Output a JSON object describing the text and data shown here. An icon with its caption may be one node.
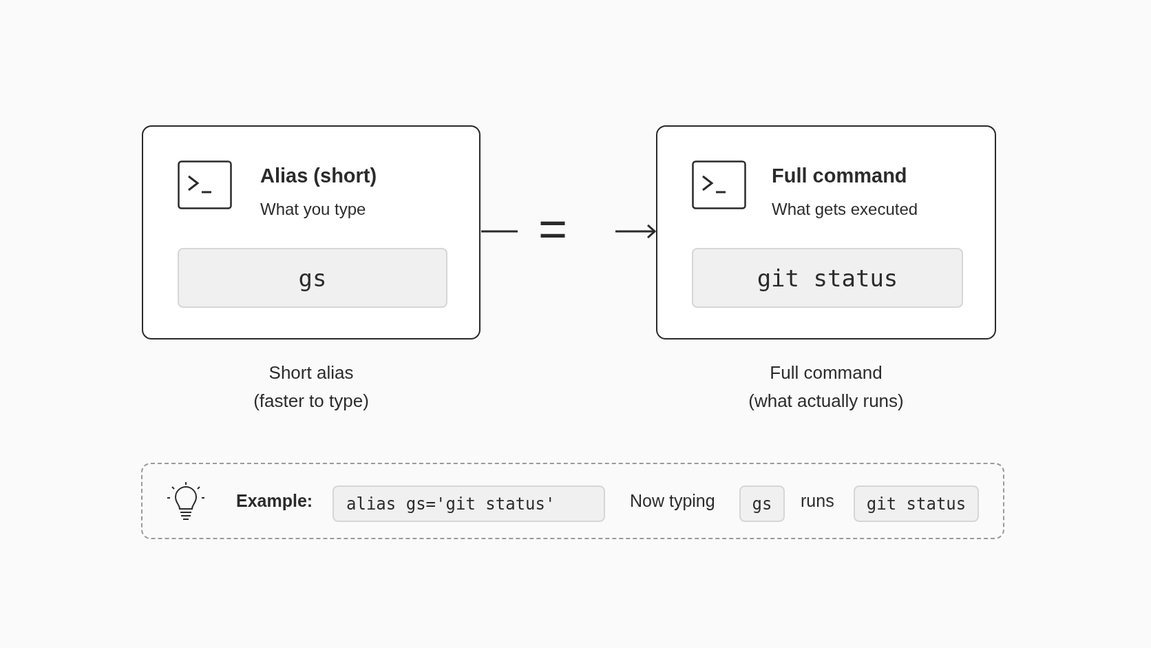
{
  "diagram": {
    "nodes": [
      {
        "text": [
          "Alias (short)",
          "What you type"
        ],
        "beside": [
          "Short alias (faster to type)"
        ]
      },
      {
        "text": [
          "gs"
        ],
        "in": 0
      },
      {
        "text": [
          "Full command",
          "What gets executed"
        ],
        "beside": [
          "Full command (what actually runs)"
        ]
      },
      {
        "text": [
          "git status"
        ],
        "in": 2
      },
      {
        "text": [
          "Example:",
          "Now typing",
          "runs"
        ]
      },
      {
        "text": [
          "alias gs='git status'"
        ],
        "in": 4
      },
      {
        "text": [
          "gs"
        ],
        "in": 4
      },
      {
        "text": [
          "git status"
        ],
        "in": 4
      }
    ],
    "edges": [
      {
        "from": 0,
        "to": 2,
        "arrow": "to",
        "label": "="
      }
    ]
  }
}
